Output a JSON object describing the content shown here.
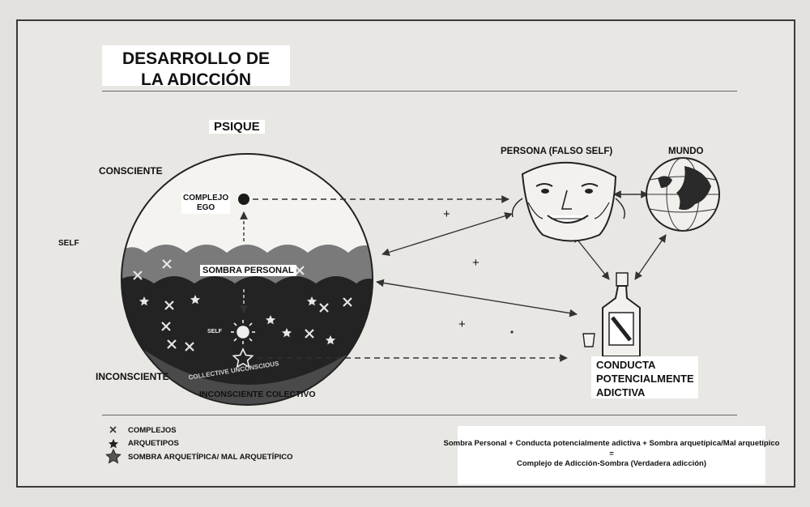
{
  "title": {
    "line1": "DESARROLLO DE",
    "line2": "LA ADICCIÓN"
  },
  "labels": {
    "psique": "PSIQUE",
    "consciente": "CONSCIENTE",
    "self_outer": "SELF",
    "complejo_ego_1": "COMPLEJO",
    "complejo_ego_2": "EGO",
    "sombra_personal": "SOMBRA PERSONAL",
    "self_inner": "SELF",
    "collective_unconscious": "COLLECTIVE UNCONSCIOUS",
    "inconsciente": "INCONSCIENTE",
    "inconsciente_colectivo": "INCONSCIENTE COLECTIVO",
    "persona": "PERSONA (FALSO SELF)",
    "mundo": "MUNDO",
    "conducta_1": "CONDUCTA",
    "conducta_2": "POTENCIALMENTE",
    "conducta_3": "ADICTIVA",
    "plus": "+"
  },
  "legend": {
    "complejos": "COMPLEJOS",
    "arquetipos": "ARQUETIPOS",
    "sombra_arquetipica": "SOMBRA ARQUETÍPICA/ MAL ARQUETÍPICO"
  },
  "formula": {
    "line1": "Sombra Personal + Conducta potencialmente adictiva + Sombra arquetípica/Mal arquetípico",
    "line2": "=",
    "line3": "Complejo de Adicción-Sombra (Verdadera adicción)"
  },
  "icons": {
    "complejo": "x-mark-icon",
    "arquetipo": "star-icon",
    "sombra": "outlined-star-icon",
    "self": "sun-icon",
    "persona": "mask-face-icon",
    "mundo": "globe-icon",
    "conducta": "bottle-glass-icon"
  }
}
